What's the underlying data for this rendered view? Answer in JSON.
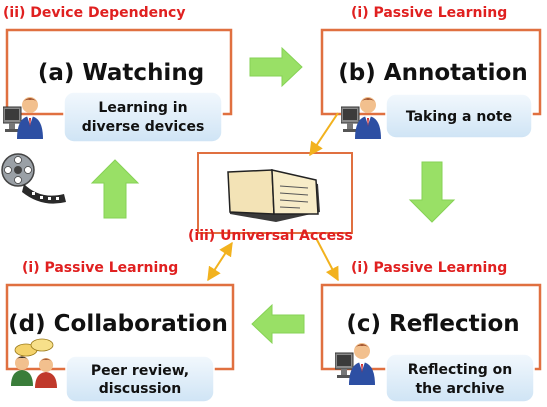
{
  "labels": {
    "top_left": "(ii) Device Dependency",
    "top_right": "(i) Passive Learning",
    "center": "(iii) Universal Access",
    "mid_left": "(i) Passive Learning",
    "mid_right": "(i) Passive Learning"
  },
  "stages": {
    "watching": {
      "title": "(a) Watching",
      "callout_lines": [
        "Learning in",
        "diverse devices"
      ]
    },
    "annotation": {
      "title": "(b) Annotation",
      "callout_lines": [
        "Taking a note"
      ]
    },
    "reflection": {
      "title": "(c) Reflection",
      "callout_lines": [
        "Reflecting on",
        "the archive"
      ]
    },
    "collaboration": {
      "title": "(d) Collaboration",
      "callout_lines": [
        "Peer review,",
        "discussion"
      ]
    }
  },
  "icons": [
    "user-at-computer-icon",
    "film-reel-icon",
    "notebook-icon",
    "discussion-users-icon"
  ],
  "colors": {
    "box_border": "#e07040",
    "label_red": "#e02020",
    "flow_arrow": "#99e066",
    "access_arrow": "#f2b21e",
    "callout_fill": "#dcecf8"
  }
}
